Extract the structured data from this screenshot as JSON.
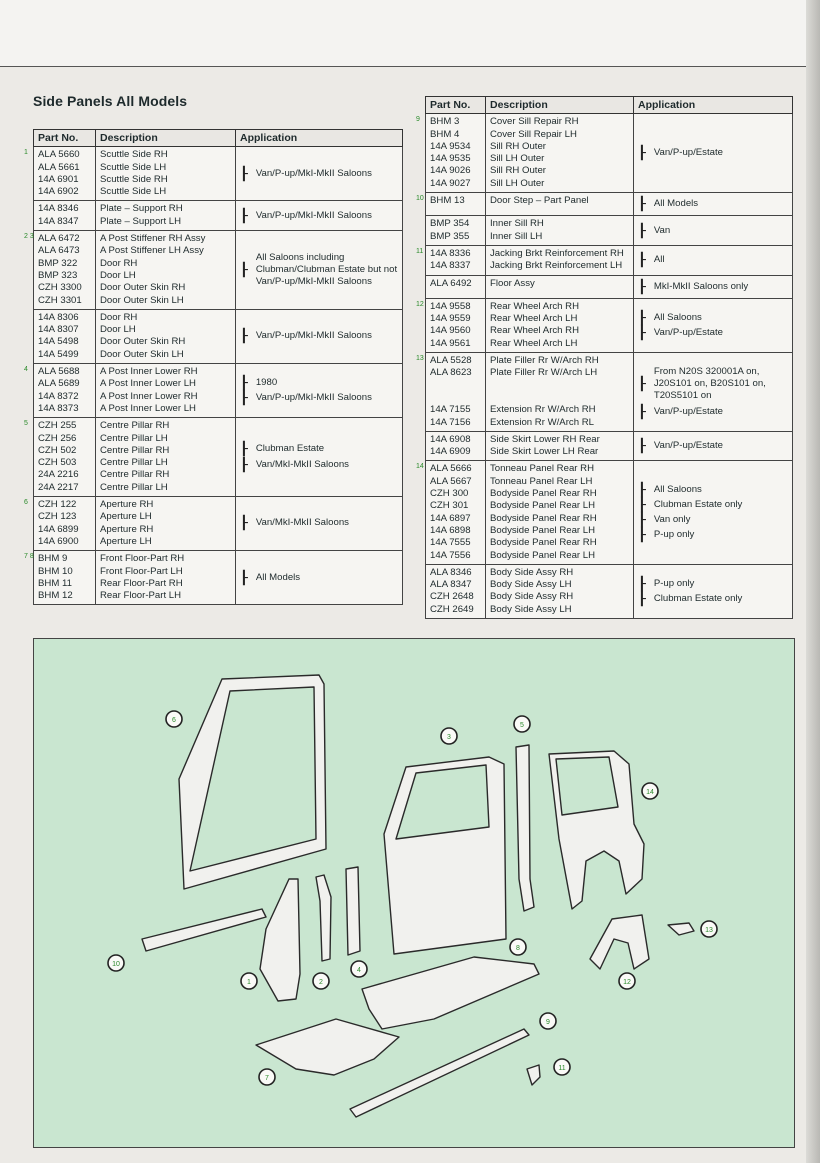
{
  "heading": "Side Panels All Models",
  "columns": {
    "part": "Part No.",
    "description": "Description",
    "application": "Application"
  },
  "left_table": [
    {
      "refs": "1",
      "parts": [
        "ALA 5660",
        "ALA 5661",
        "14A 6901",
        "14A 6902"
      ],
      "desc": [
        "Scuttle Side RH",
        "Scuttle Side LH",
        "Scuttle Side RH",
        "Scuttle Side LH"
      ],
      "app": [
        "Van/P-up/MkI-MkII Saloons"
      ]
    },
    {
      "refs": "",
      "parts": [
        "14A 8346",
        "14A 8347"
      ],
      "desc": [
        "Plate – Support RH",
        "Plate – Support LH"
      ],
      "app": [
        "Van/P-up/MkI-MkII Saloons"
      ]
    },
    {
      "refs": "2 3",
      "parts": [
        "ALA 6472",
        "ALA 6473",
        "BMP 322",
        "BMP 323",
        "CZH 3300",
        "CZH 3301"
      ],
      "desc": [
        "A Post Stiffener RH Assy",
        "A Post Stiffener LH Assy",
        "Door RH",
        "Door LH",
        "Door Outer Skin RH",
        "Door Outer Skin LH"
      ],
      "app": [
        "All Saloons including Clubman/Clubman Estate but not Van/P-up/MkI-MkII Saloons"
      ]
    },
    {
      "refs": "",
      "parts": [
        "14A 8306",
        "14A 8307",
        "14A 5498",
        "14A 5499"
      ],
      "desc": [
        "Door RH",
        "Door LH",
        "Door Outer Skin RH",
        "Door Outer Skin LH"
      ],
      "app": [
        "Van/P-up/MkI-MkII Saloons"
      ]
    },
    {
      "refs": "4",
      "parts": [
        "ALA 5688",
        "ALA 5689",
        "14A 8372",
        "14A 8373"
      ],
      "desc": [
        "A Post Inner Lower RH",
        "A Post Inner Lower LH",
        "A Post Inner Lower RH",
        "A Post Inner Lower LH"
      ],
      "app": [
        "1980",
        "Van/P-up/MkI-MkII Saloons"
      ]
    },
    {
      "refs": "5",
      "parts": [
        "CZH 255",
        "CZH 256",
        "CZH 502",
        "CZH 503",
        "24A 2216",
        "24A 2217"
      ],
      "desc": [
        "Centre Pillar RH",
        "Centre Pillar LH",
        "Centre Pillar RH",
        "Centre Pillar LH",
        "Centre Pillar RH",
        "Centre Pillar LH"
      ],
      "app": [
        "Clubman Estate",
        "Van/MkI-MkII Saloons"
      ]
    },
    {
      "refs": "6",
      "parts": [
        "CZH 122",
        "CZH 123",
        "14A 6899",
        "14A 6900"
      ],
      "desc": [
        "Aperture RH",
        "Aperture LH",
        "Aperture RH",
        "Aperture LH"
      ],
      "app": [
        "Van/MkI-MkII Saloons"
      ]
    },
    {
      "refs": "7 8",
      "parts": [
        "BHM 9",
        "BHM 10",
        "BHM 11",
        "BHM 12"
      ],
      "desc": [
        "Front Floor-Part RH",
        "Front Floor-Part LH",
        "Rear Floor-Part RH",
        "Rear Floor-Part LH"
      ],
      "app": [
        "All Models"
      ]
    }
  ],
  "right_table": [
    {
      "refs": "9",
      "parts": [
        "BHM 3",
        "BHM 4",
        "14A 9534",
        "14A 9535",
        "14A 9026",
        "14A 9027"
      ],
      "desc": [
        "Cover Sill Repair RH",
        "Cover Sill Repair LH",
        "Sill RH Outer",
        "Sill LH Outer",
        "Sill RH Outer",
        "Sill LH Outer"
      ],
      "app": [
        "Van/P-up/Estate"
      ]
    },
    {
      "refs": "10",
      "parts": [
        "BHM 13"
      ],
      "desc": [
        "Door Step – Part Panel"
      ],
      "app": [
        "All Models"
      ]
    },
    {
      "refs": "",
      "parts": [
        "BMP 354",
        "BMP 355"
      ],
      "desc": [
        "Inner Sill RH",
        "Inner Sill LH"
      ],
      "app": [
        "Van"
      ]
    },
    {
      "refs": "11",
      "parts": [
        "14A 8336",
        "14A 8337"
      ],
      "desc": [
        "Jacking Brkt Reinforcement RH",
        "Jacking Brkt Reinforcement LH"
      ],
      "app": [
        "All"
      ]
    },
    {
      "refs": "",
      "parts": [
        "ALA 6492"
      ],
      "desc": [
        "Floor Assy"
      ],
      "app": [
        "MkI-MkII Saloons only"
      ]
    },
    {
      "refs": "12",
      "parts": [
        "14A 9558",
        "14A 9559",
        "14A 9560",
        "14A 9561"
      ],
      "desc": [
        "Rear Wheel Arch RH",
        "Rear Wheel Arch LH",
        "Rear Wheel Arch RH",
        "Rear Wheel Arch LH"
      ],
      "app": [
        "All Saloons",
        "Van/P-up/Estate"
      ]
    },
    {
      "refs": "13",
      "parts": [
        "ALA 5528",
        "ALA 8623",
        "",
        "",
        "14A 7155",
        "14A 7156"
      ],
      "desc": [
        "Plate Filler Rr W/Arch RH",
        "Plate Filler Rr W/Arch LH",
        "",
        "",
        "Extension Rr W/Arch RH",
        "Extension Rr W/Arch RL"
      ],
      "app": [
        "From N20S 320001A on, J20S101 on, B20S101 on, T20S5101 on",
        "Van/P-up/Estate"
      ]
    },
    {
      "refs": "",
      "parts": [
        "14A 6908",
        "14A 6909"
      ],
      "desc": [
        "Side Skirt Lower RH Rear",
        "Side Skirt Lower LH Rear"
      ],
      "app": [
        "Van/P-up/Estate"
      ]
    },
    {
      "refs": "14",
      "parts": [
        "ALA 5666",
        "ALA 5667",
        "CZH 300",
        "CZH 301",
        "14A 6897",
        "14A 6898",
        "14A 7555",
        "14A 7556"
      ],
      "desc": [
        "Tonneau Panel Rear RH",
        "Tonneau Panel Rear LH",
        "Bodyside Panel Rear RH",
        "Bodyside Panel Rear LH",
        "Bodyside Panel Rear RH",
        "Bodyside Panel Rear LH",
        "Bodyside Panel Rear RH",
        "Bodyside Panel Rear LH"
      ],
      "app": [
        "All Saloons",
        "Clubman Estate only",
        "Van only",
        "P-up only"
      ]
    },
    {
      "refs": "",
      "parts": [
        "ALA 8346",
        "ALA 8347",
        "CZH 2648",
        "CZH 2649"
      ],
      "desc": [
        "Body Side Assy RH",
        "Body Side Assy LH",
        "Body Side Assy RH",
        "Body Side Assy LH"
      ],
      "app": [
        "P-up only",
        "Clubman Estate only"
      ]
    }
  ],
  "callouts": [
    "6",
    "3",
    "5",
    "14",
    "4",
    "2",
    "1",
    "10",
    "8",
    "9",
    "7",
    "11",
    "12",
    "13"
  ],
  "colors": {
    "diagram_bg": "#c9e6d0",
    "ref_green": "#2a8a2a"
  }
}
